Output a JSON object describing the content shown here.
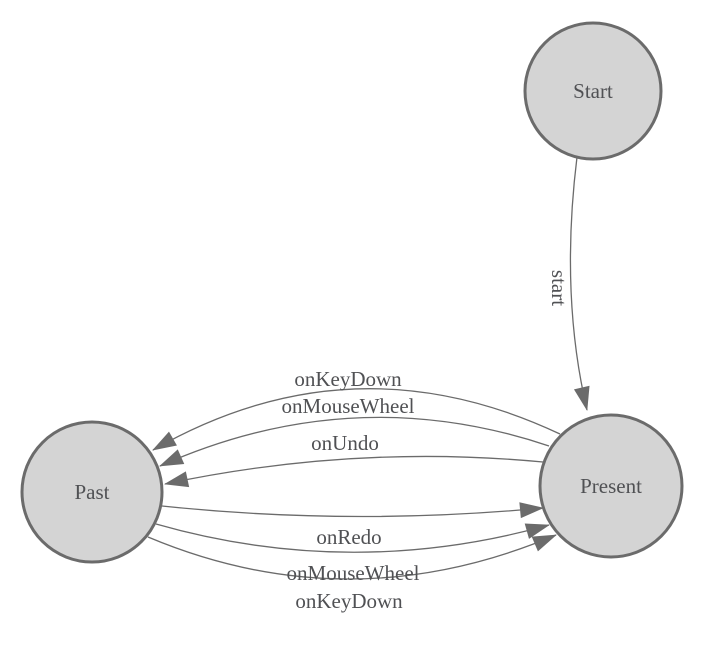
{
  "diagram": {
    "kind": "state-machine",
    "nodes": {
      "start": {
        "label": "Start"
      },
      "present": {
        "label": "Present"
      },
      "past": {
        "label": "Past"
      }
    },
    "edges": {
      "start_to_present": {
        "from": "Start",
        "to": "Present",
        "label": "start"
      },
      "present_to_past_1": {
        "from": "Present",
        "to": "Past",
        "label": "onKeyDown"
      },
      "present_to_past_2": {
        "from": "Present",
        "to": "Past",
        "label": "onMouseWheel"
      },
      "present_to_past_3": {
        "from": "Present",
        "to": "Past",
        "label": "onUndo"
      },
      "past_to_present_1": {
        "from": "Past",
        "to": "Present",
        "label": "onRedo"
      },
      "past_to_present_2": {
        "from": "Past",
        "to": "Present",
        "label": "onMouseWheel"
      },
      "past_to_present_3": {
        "from": "Past",
        "to": "Present",
        "label": "onKeyDown"
      }
    },
    "colors": {
      "background": "#ffffff",
      "node_fill": "#d4d4d4",
      "node_stroke": "#6b6b6b",
      "edge_stroke": "#6b6b6b",
      "arrow_fill": "#6b6b6b",
      "label_color": "#505154"
    }
  }
}
